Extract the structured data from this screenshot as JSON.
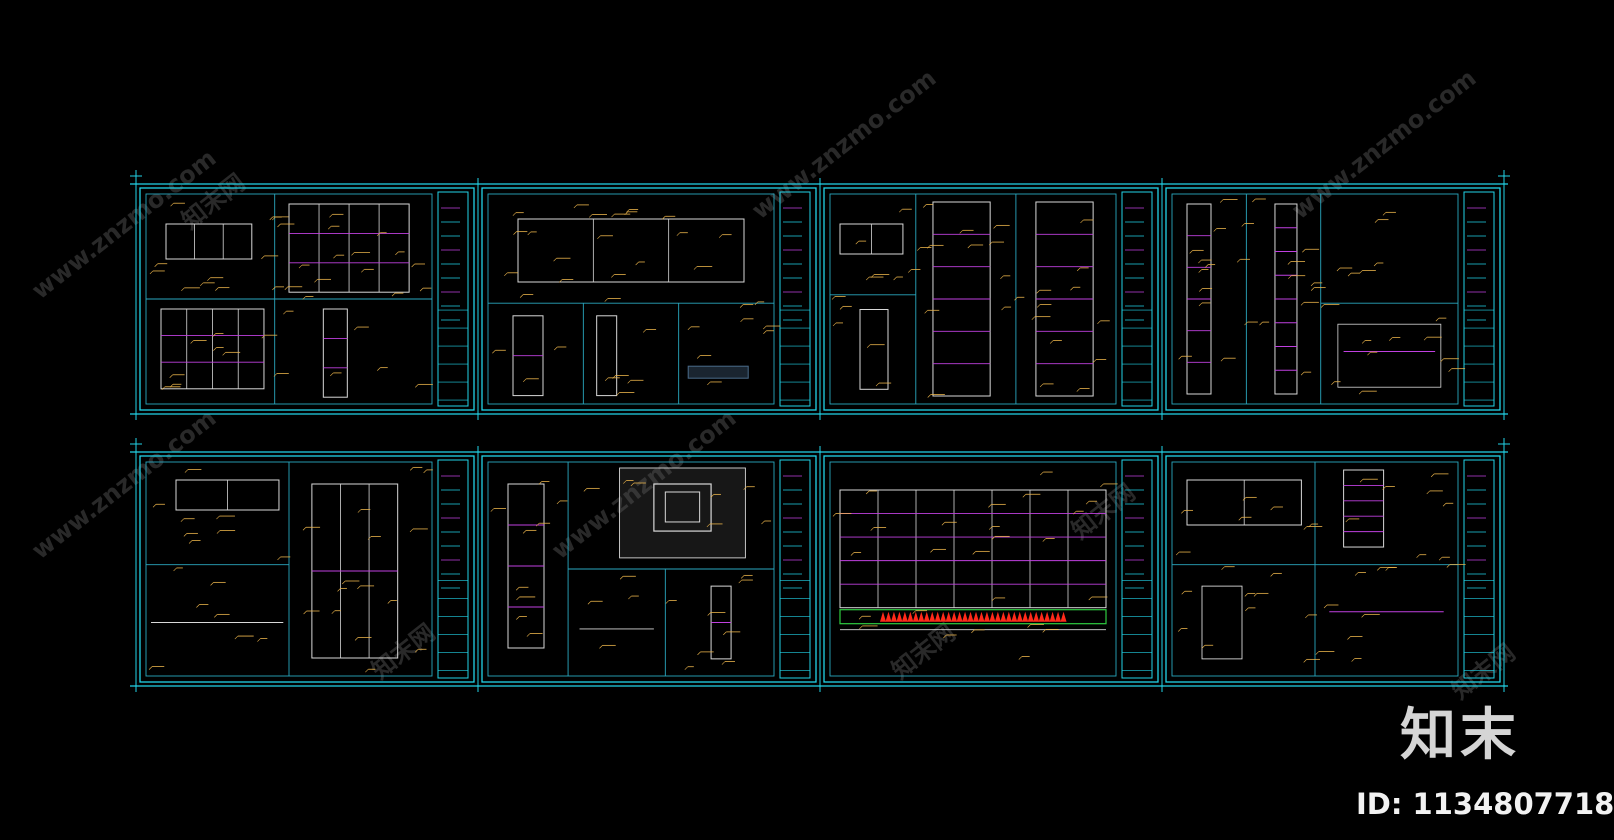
{
  "watermark": {
    "logo_text": "知末",
    "id_label": "ID: 1134807718",
    "site_text": "www.znzmo.com",
    "brand_text": "知末网"
  },
  "drawing": {
    "background": "#000000",
    "colors": {
      "frame": "#22d3e8",
      "inner_frame": "#2aa8c0",
      "detail": "#e8b24a",
      "highlight": "#c040e0",
      "grid": "#4a6b8a",
      "accent_red": "#ff2a1a",
      "accent_green": "#2ecc40",
      "white_line": "#d8d8d8"
    },
    "sheet_rows": 2,
    "sheets_per_row": 4
  }
}
